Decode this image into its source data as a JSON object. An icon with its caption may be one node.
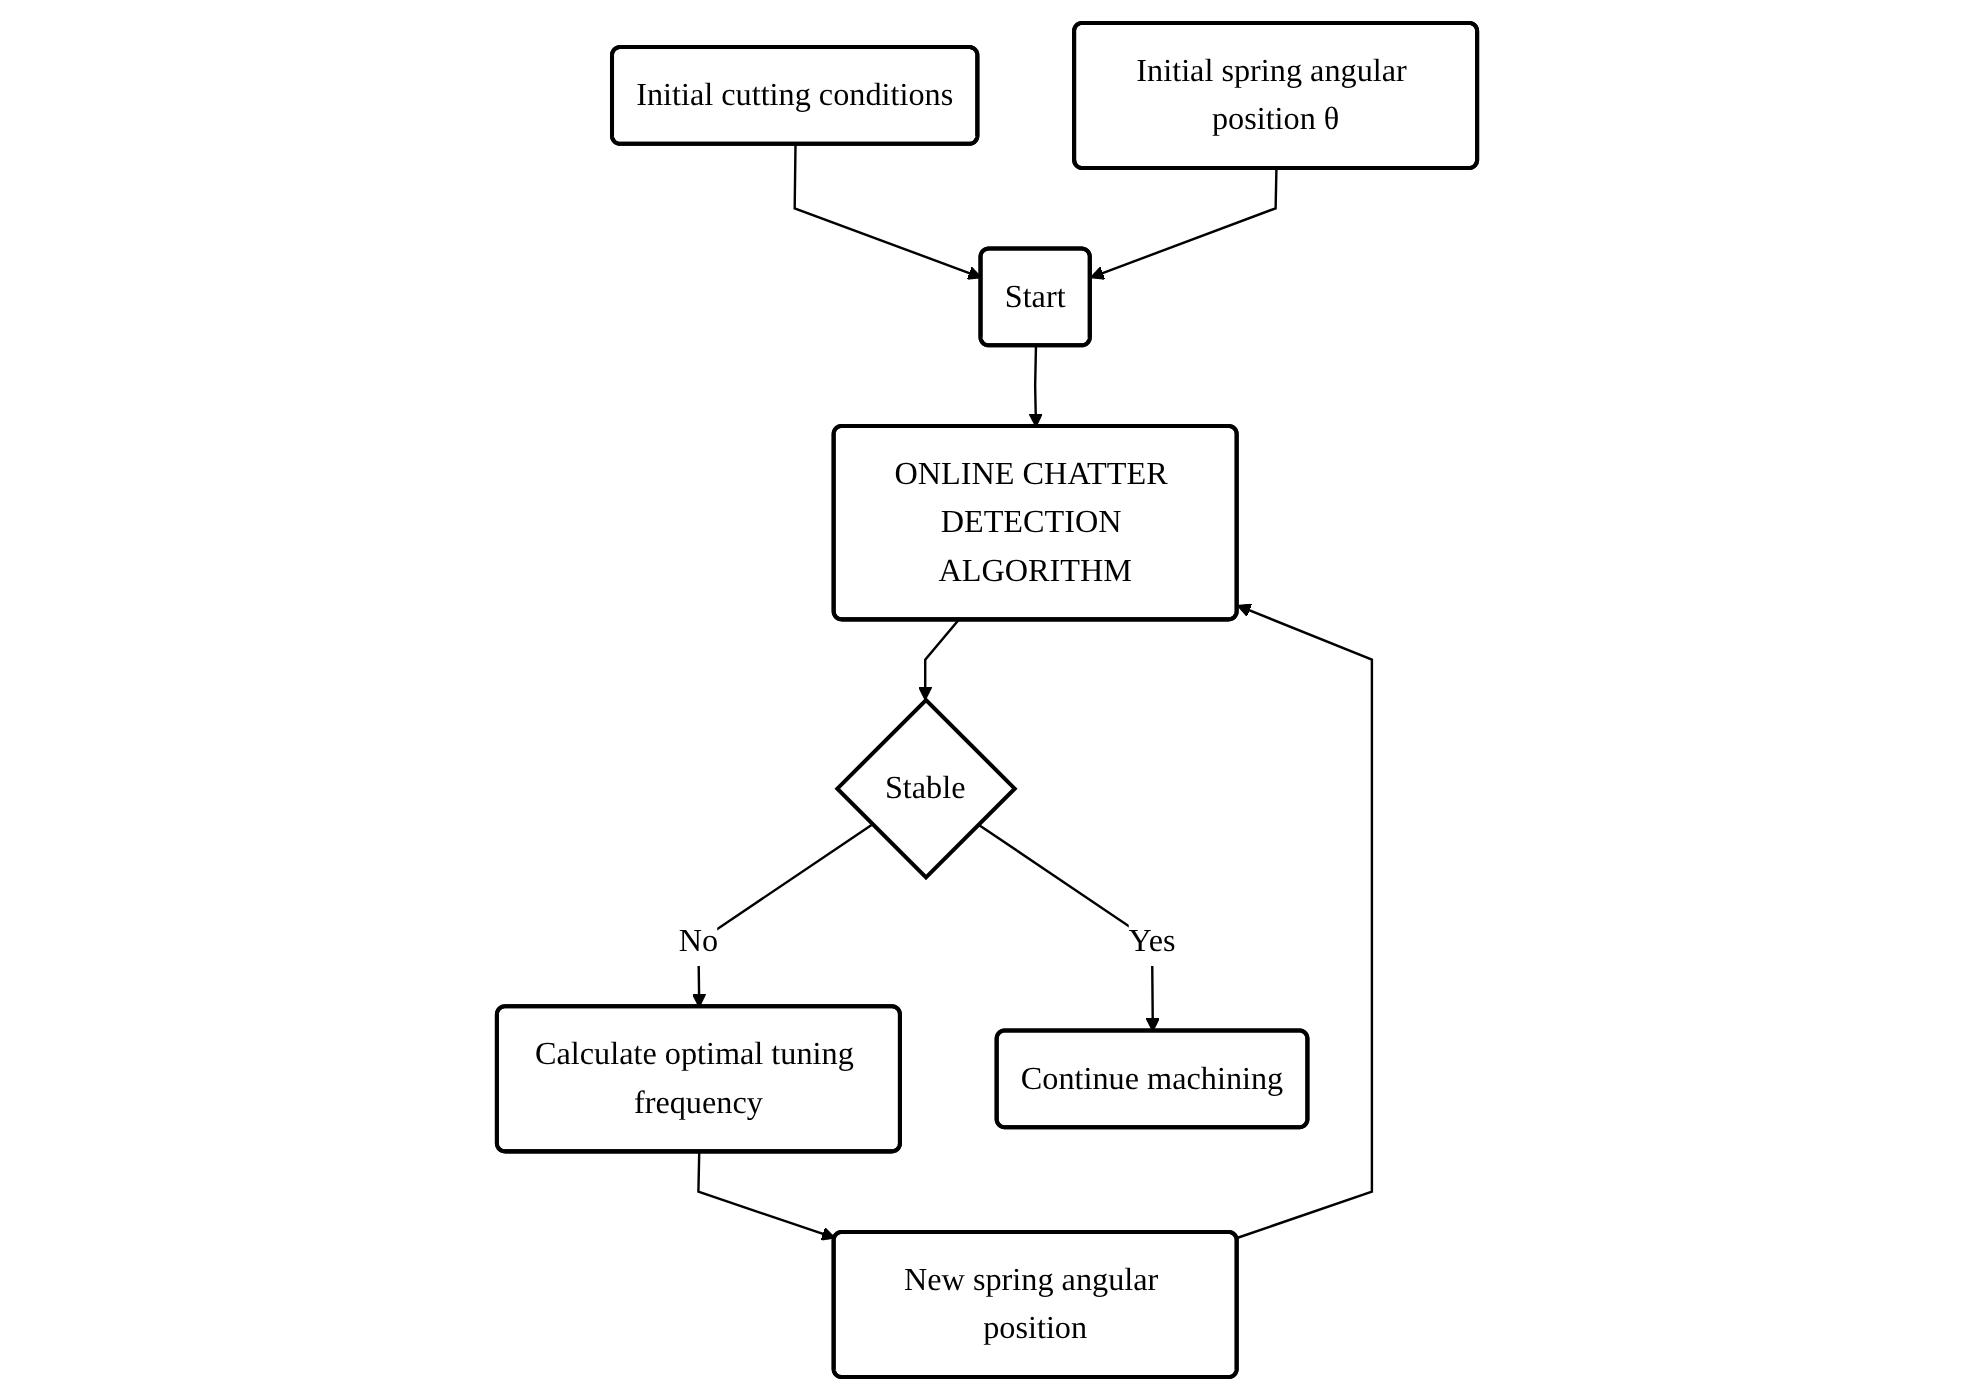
{
  "diagram": {
    "nodes": [
      {
        "text": [
          "Initial cutting conditions"
        ]
      },
      {
        "text": [
          "Initial spring angular position θ"
        ]
      },
      {
        "text": [
          "Start"
        ]
      },
      {
        "text": [
          "ONLINE CHATTER DETECTION ALGORITHM"
        ]
      },
      {
        "text": [
          "Stable"
        ]
      },
      {
        "text": [
          "New spring angular position"
        ]
      },
      {
        "text": [
          "Calculate optimal tuning frequency"
        ]
      },
      {
        "text": [
          "Continue machining"
        ]
      }
    ],
    "edges": [
      {
        "from": 0,
        "to": 2,
        "arrow": "to"
      },
      {
        "from": 1,
        "to": 2,
        "arrow": "to"
      },
      {
        "from": 2,
        "to": 3,
        "arrow": "to"
      },
      {
        "from": 3,
        "to": 4,
        "arrow": "to"
      },
      {
        "from": 4,
        "to": 6,
        "arrow": "to",
        "label": "No"
      },
      {
        "from": 4,
        "to": 7,
        "arrow": "to",
        "label": "Yes"
      },
      {
        "from": 6,
        "to": 5,
        "arrow": "to"
      },
      {
        "from": 5,
        "to": 3,
        "arrow": "to"
      }
    ]
  }
}
